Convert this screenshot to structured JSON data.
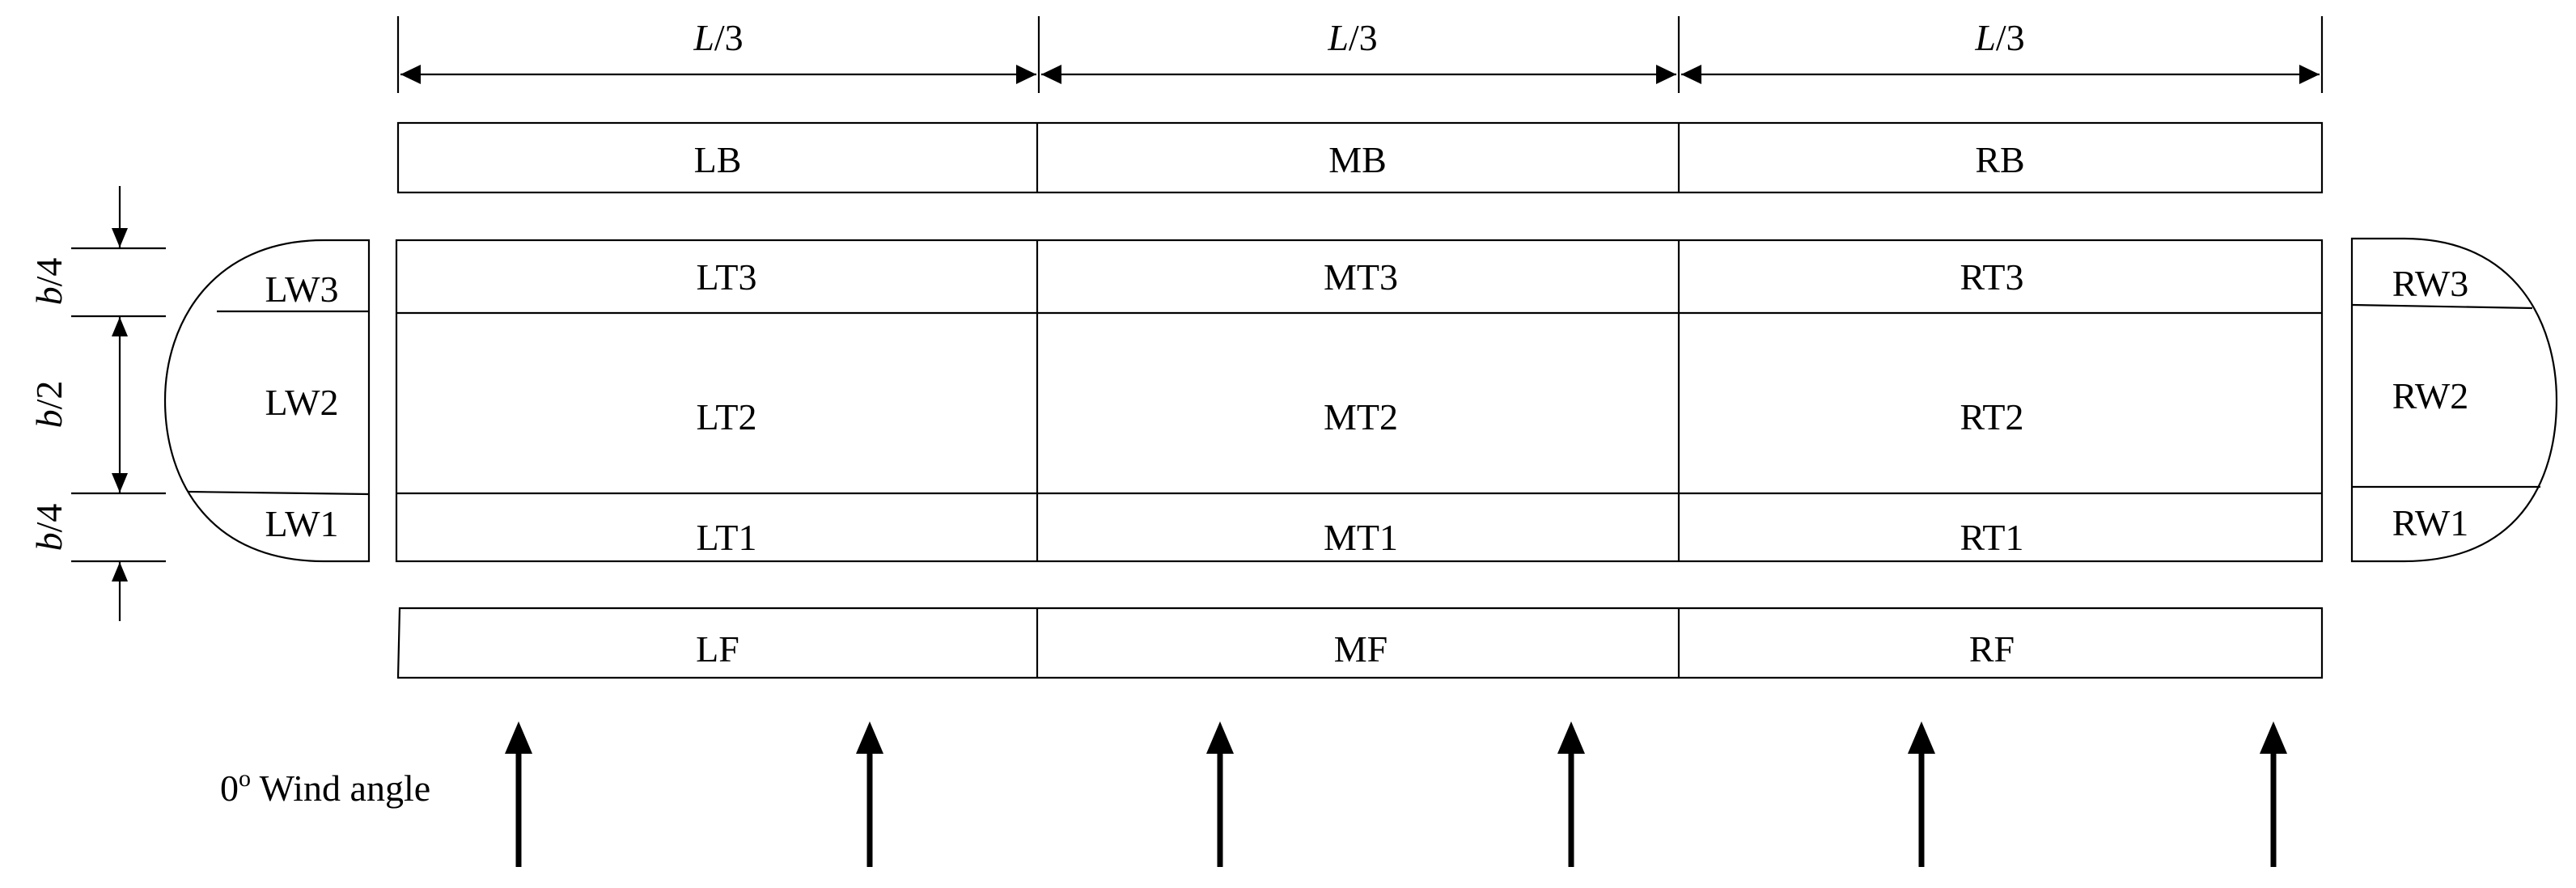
{
  "dimensions": {
    "top_length_label": "L/3",
    "width_quarter_label": "b/4",
    "width_half_label": "b/2"
  },
  "back_row": [
    "LB",
    "MB",
    "RB"
  ],
  "top_rows": {
    "row3": [
      "LT3",
      "MT3",
      "RT3"
    ],
    "row2": [
      "LT2",
      "MT2",
      "RT2"
    ],
    "row1": [
      "LT1",
      "MT1",
      "RT1"
    ]
  },
  "front_row": [
    "LF",
    "MF",
    "RF"
  ],
  "left_end": [
    "LW3",
    "LW2",
    "LW1"
  ],
  "right_end": [
    "RW3",
    "RW2",
    "RW1"
  ],
  "wind": {
    "angle_value": "0",
    "angle_unit": "o",
    "angle_text": " Wind angle",
    "arrow_count": 6
  }
}
